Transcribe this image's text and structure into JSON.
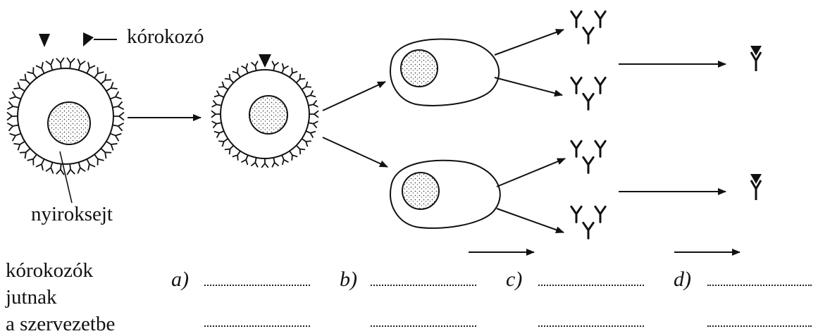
{
  "labels": {
    "pathogen": "kórokozó",
    "lymphocyte": "nyiroksejt"
  },
  "side_text": [
    "kórokozók",
    "jutnak",
    "a szervezetbe"
  ],
  "blanks": [
    {
      "label": "a)"
    },
    {
      "label": "b)"
    },
    {
      "label": "c)"
    },
    {
      "label": "d)"
    }
  ]
}
